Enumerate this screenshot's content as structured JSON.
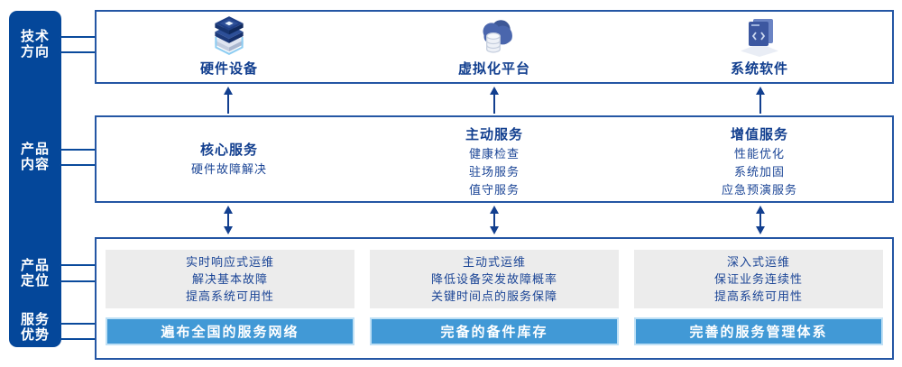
{
  "colors": {
    "sidebar_bg": "#04479a",
    "box_border": "#2456a4",
    "heading_text": "#123f8f",
    "body_text": "#1b4596",
    "banner_bg": "#4199d6",
    "banner_border": "#bfe0f5",
    "card_bg": "#ececec",
    "arrow": "#123f8f"
  },
  "sidebar": {
    "labels": [
      {
        "line1": "技术",
        "line2": "方向"
      },
      {
        "line1": "产品",
        "line2": "内容"
      },
      {
        "line1": "产品",
        "line2": "定位"
      },
      {
        "line1": "服务",
        "line2": "优势"
      }
    ]
  },
  "tech_row": {
    "items": [
      {
        "icon": "server-stack-icon",
        "label": "硬件设备"
      },
      {
        "icon": "cloud-database-icon",
        "label": "虚拟化平台"
      },
      {
        "icon": "code-window-icon",
        "label": "系统软件"
      }
    ]
  },
  "services_row": {
    "columns": [
      {
        "title": "核心服务",
        "items": [
          "硬件故障解决"
        ]
      },
      {
        "title": "主动服务",
        "items": [
          "健康检查",
          "驻场服务",
          "值守服务"
        ]
      },
      {
        "title": "增值服务",
        "items": [
          "性能优化",
          "系统加固",
          "应急预演服务"
        ]
      }
    ]
  },
  "positioning_row": {
    "columns": [
      {
        "lines": [
          "实时响应式运维",
          "解决基本故障",
          "提高系统可用性"
        ],
        "banner": "遍布全国的服务网络"
      },
      {
        "lines": [
          "主动式运维",
          "降低设备突发故障概率",
          "关键时间点的服务保障"
        ],
        "banner": "完备的备件库存"
      },
      {
        "lines": [
          "深入式运维",
          "保证业务连续性",
          "提高系统可用性"
        ],
        "banner": "完善的服务管理体系"
      }
    ]
  }
}
